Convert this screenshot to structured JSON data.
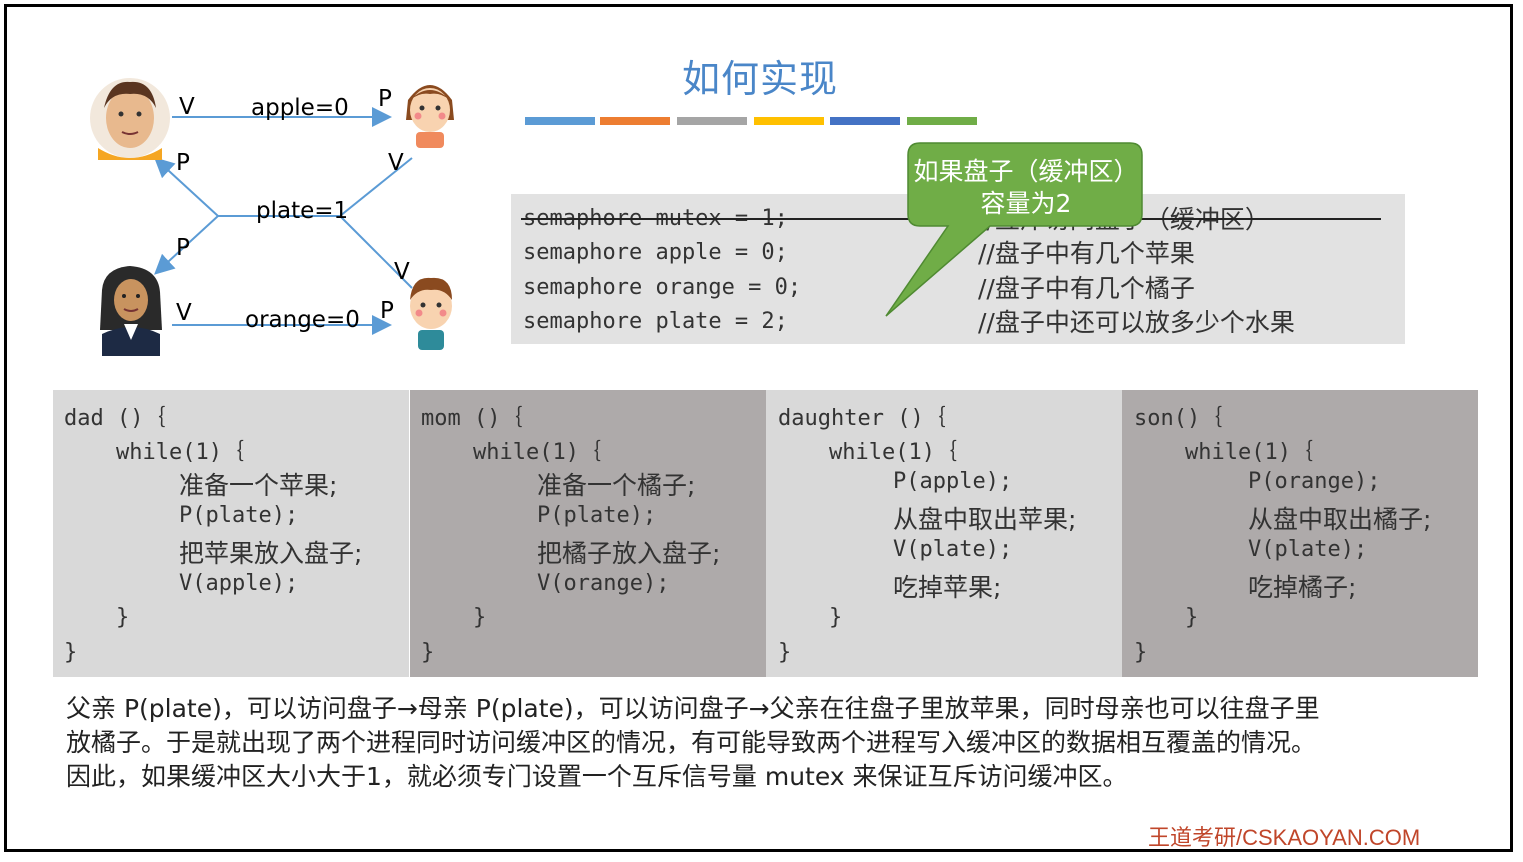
{
  "title": "如何实现",
  "colors": {
    "title": "#4a86c8",
    "bars": [
      "#5b9bd5",
      "#ed7d31",
      "#a5a5a5",
      "#ffc000",
      "#4472c4",
      "#70ad47"
    ],
    "arrow": "#5b9bd5",
    "callout_fill": "#70ad47",
    "footer": "#c0462a"
  },
  "diagram": {
    "labels": {
      "v_top": "V",
      "p_top": "P",
      "apple": "apple=0",
      "p_left_up": "P",
      "v_right_up": "V",
      "plate": "plate=1",
      "p_left_down": "P",
      "v_right_down": "V",
      "v_bottom": "V",
      "orange": "orange=0",
      "p_bottom": "P"
    },
    "avatars": [
      "dad-avatar",
      "daughter-avatar",
      "mom-avatar",
      "son-avatar"
    ]
  },
  "semaphores": [
    {
      "code": "semaphore mutex = 1;",
      "comment": "//互斥访问盘子（缓冲区）",
      "struck": true
    },
    {
      "code": "semaphore apple = 0;",
      "comment": "//盘子中有几个苹果",
      "struck": false
    },
    {
      "code": "semaphore orange = 0;",
      "comment": "//盘子中有几个橘子",
      "struck": false
    },
    {
      "code": "semaphore plate = 2;",
      "comment": "//盘子中还可以放多少个水果",
      "struck": false
    }
  ],
  "callout": "如果盘子（缓冲区）容量为2",
  "columns": [
    {
      "name": "dad",
      "lines": [
        "dad ()｛",
        "while(1)｛",
        "准备一个苹果;",
        "P(plate);",
        "把苹果放入盘子;",
        "V(apple);",
        "}",
        "}"
      ]
    },
    {
      "name": "mom",
      "lines": [
        "mom ()｛",
        "while(1)｛",
        "准备一个橘子;",
        "P(plate);",
        "把橘子放入盘子;",
        "V(orange);",
        "}",
        "}"
      ]
    },
    {
      "name": "daughter",
      "lines": [
        "daughter ()｛",
        "while(1)｛",
        "P(apple);",
        "从盘中取出苹果;",
        "V(plate);",
        "吃掉苹果;",
        "}",
        "}"
      ]
    },
    {
      "name": "son",
      "lines": [
        "son()｛",
        "while(1)｛",
        "P(orange);",
        "从盘中取出橘子;",
        "V(plate);",
        "吃掉橘子;",
        "}",
        "}"
      ]
    }
  ],
  "paragraph": [
    "父亲 P(plate)，可以访问盘子→母亲 P(plate)，可以访问盘子→父亲在往盘子里放苹果，同时母亲也可以往盘子里",
    "放橘子。于是就出现了两个进程同时访问缓冲区的情况，有可能导致两个进程写入缓冲区的数据相互覆盖的情况。",
    "因此，如果缓冲区大小大于1，就必须专门设置一个互斥信号量 mutex 来保证互斥访问缓冲区。"
  ],
  "footer": "王道考研/CSKAOYAN.COM"
}
